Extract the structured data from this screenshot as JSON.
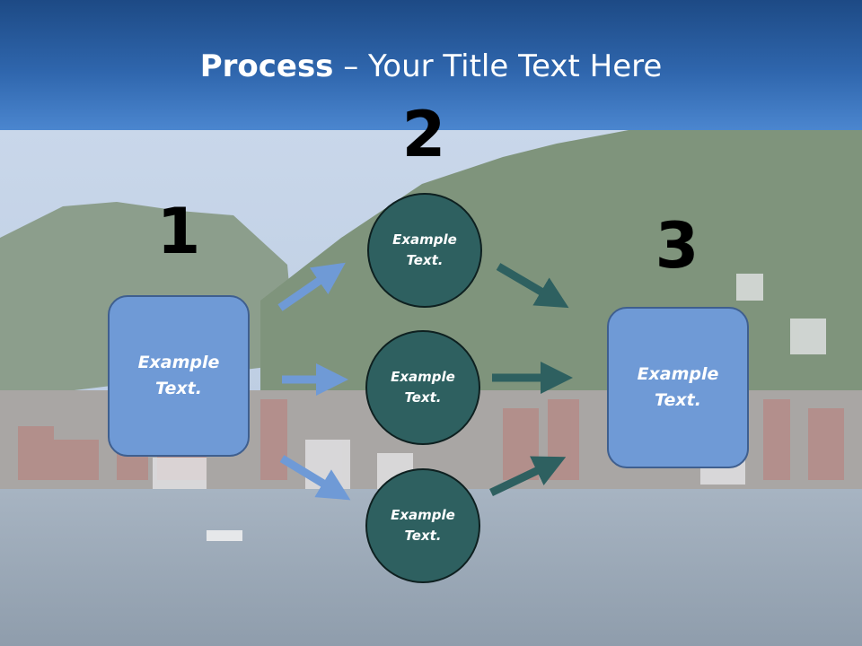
{
  "title": {
    "bold": "Process",
    "rest": " – Your Title Text Here"
  },
  "steps": [
    {
      "number": "1",
      "label": "Example Text."
    },
    {
      "number": "2",
      "label": "Example Text."
    },
    {
      "number": "3",
      "label": "Example Text."
    }
  ],
  "middle_nodes": [
    {
      "label": "Example Text."
    },
    {
      "label": "Example Text."
    },
    {
      "label": "Example Text."
    }
  ],
  "colors": {
    "box_fill": "#6f9ad6",
    "circle_fill": "#2e6060",
    "arrow_light": "#6f9ad6",
    "arrow_dark": "#2e6060"
  }
}
